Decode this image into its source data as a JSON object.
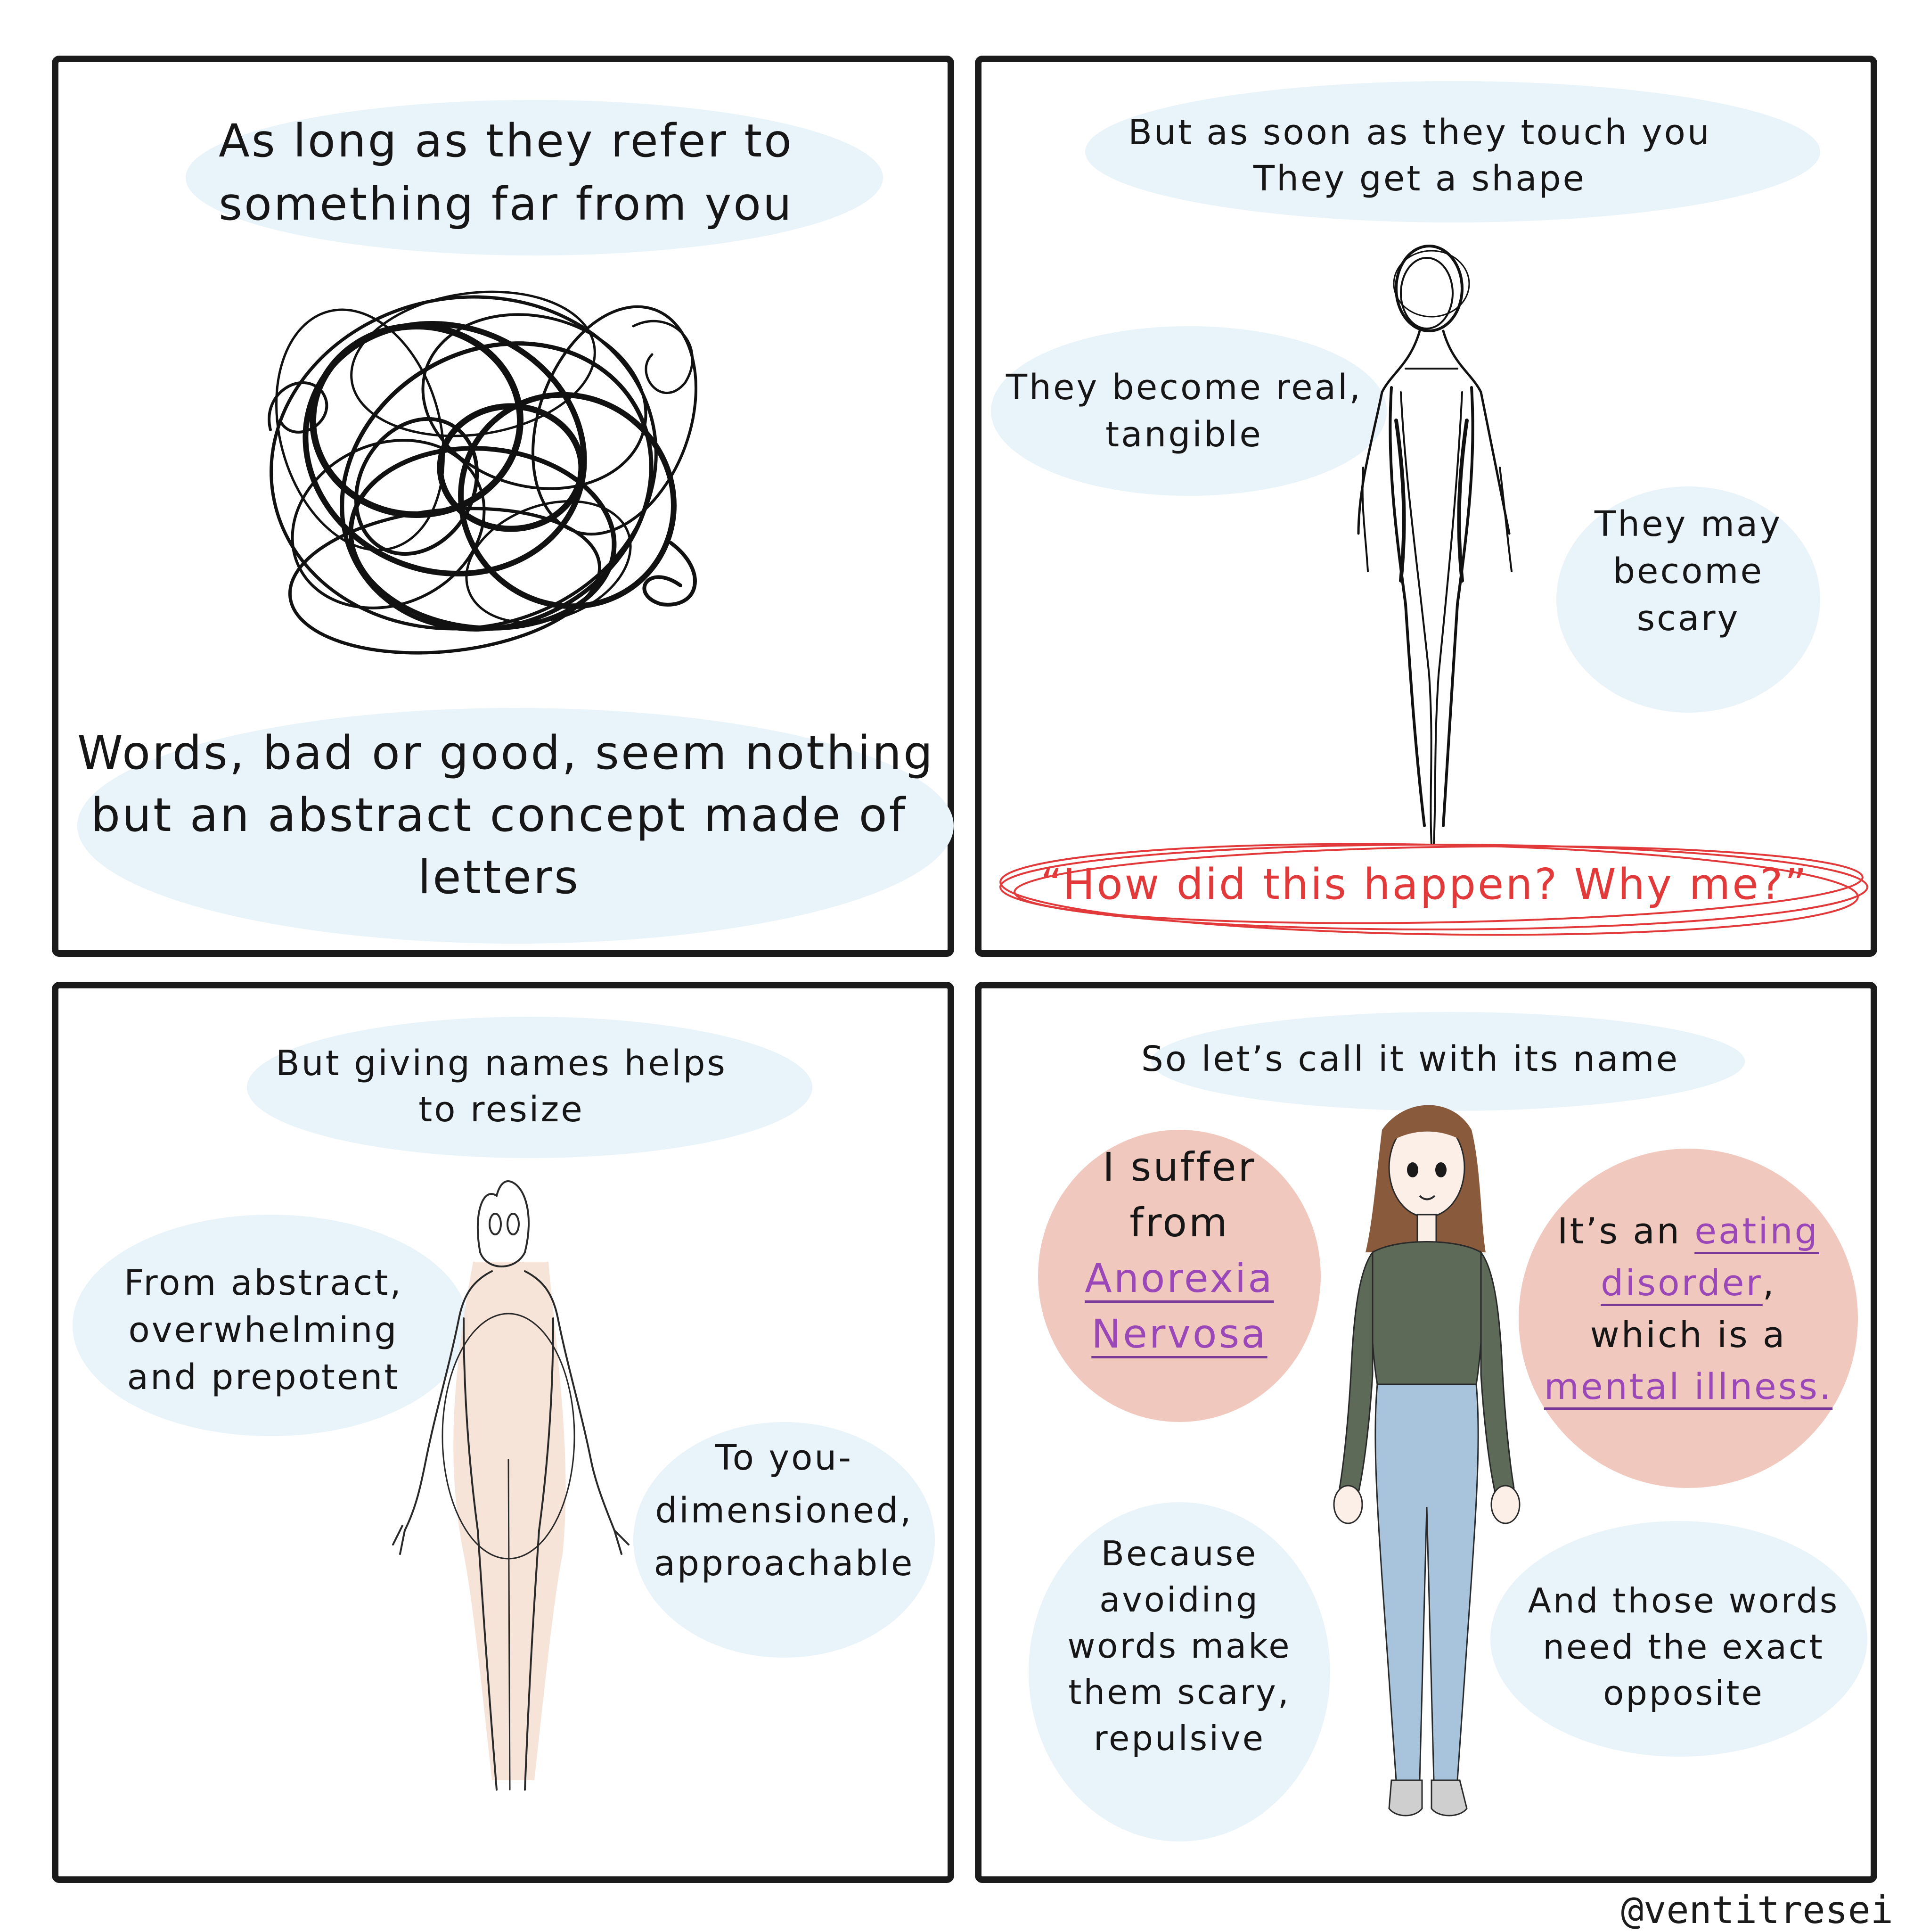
{
  "panels": {
    "p1": {
      "caption_top": [
        "As long as they refer to",
        "something far from you"
      ],
      "caption_bottom": [
        "Words, bad or good, seem nothing",
        "but an abstract concept made of",
        "letters"
      ]
    },
    "p2": {
      "caption_top": [
        "But as soon as they touch you",
        "They get a shape"
      ],
      "bubble_left": [
        "They become real,",
        "tangible"
      ],
      "bubble_right": [
        "They  may",
        "become",
        "scary"
      ],
      "quote": "“How did this happen? Why me?”"
    },
    "p3": {
      "caption_top": [
        "But giving names helps",
        "to resize"
      ],
      "bubble_left": [
        "From abstract,",
        "overwhelming",
        "and prepotent"
      ],
      "bubble_right": [
        "To you-",
        "dimensioned,",
        "approachable"
      ]
    },
    "p4": {
      "caption_top": "So let’s call it with its name",
      "bubble_left": {
        "line1": "I suffer",
        "line2": "from",
        "line3": "Anorexia",
        "line4": "Nervosa"
      },
      "bubble_right": {
        "pre": "It’s an ",
        "link1a": "eating",
        "link1b": "disorder",
        "comma": ",",
        "mid": "which is a",
        "link2": "mental illness."
      },
      "bottom_left": [
        "Because",
        "avoiding",
        "words make",
        "them scary,",
        "repulsive"
      ],
      "bottom_right": [
        "And those words",
        "need the exact",
        "opposite"
      ]
    }
  },
  "signature": "@ventitresei",
  "colors": {
    "border": "#1b1b1b",
    "caption_bg": "#e9f3fa",
    "bubble_pink": "#f1c8bd",
    "quote_red": "#e23a3a",
    "highlight_purple": "#9a47b8",
    "shirt": "#5e6a58",
    "jeans": "#a8c4dc",
    "hair": "#8a5a3c"
  }
}
